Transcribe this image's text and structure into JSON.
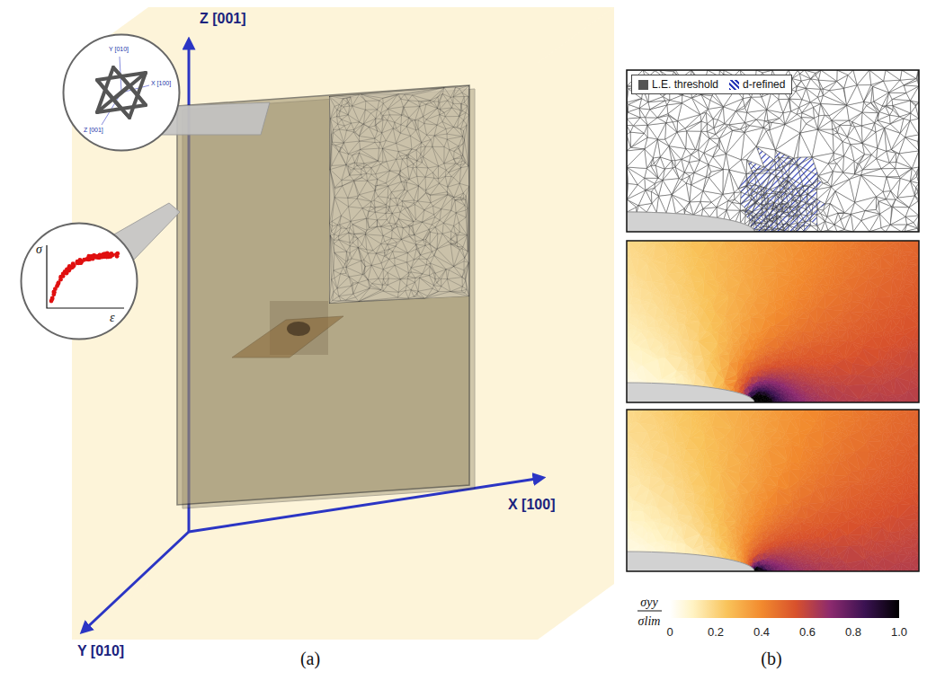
{
  "diagram": {
    "nodes": [
      {
        "text": [
          "Y [010]",
          "X [100]",
          "Z [001]"
        ]
      },
      {
        "text": [
          "σ",
          "ε"
        ]
      }
    ],
    "labels": [
      "Z [001]",
      "X [100]",
      "Y [010]",
      "0",
      "0.2",
      "0.4",
      "0.6",
      "0.8",
      "1.0",
      "σyy",
      "σlim",
      "(a)",
      "(b)"
    ],
    "legend": [
      {
        "text": "L.E. threshold",
        "color": "#555555"
      },
      {
        "text": "d-refined"
      }
    ]
  }
}
